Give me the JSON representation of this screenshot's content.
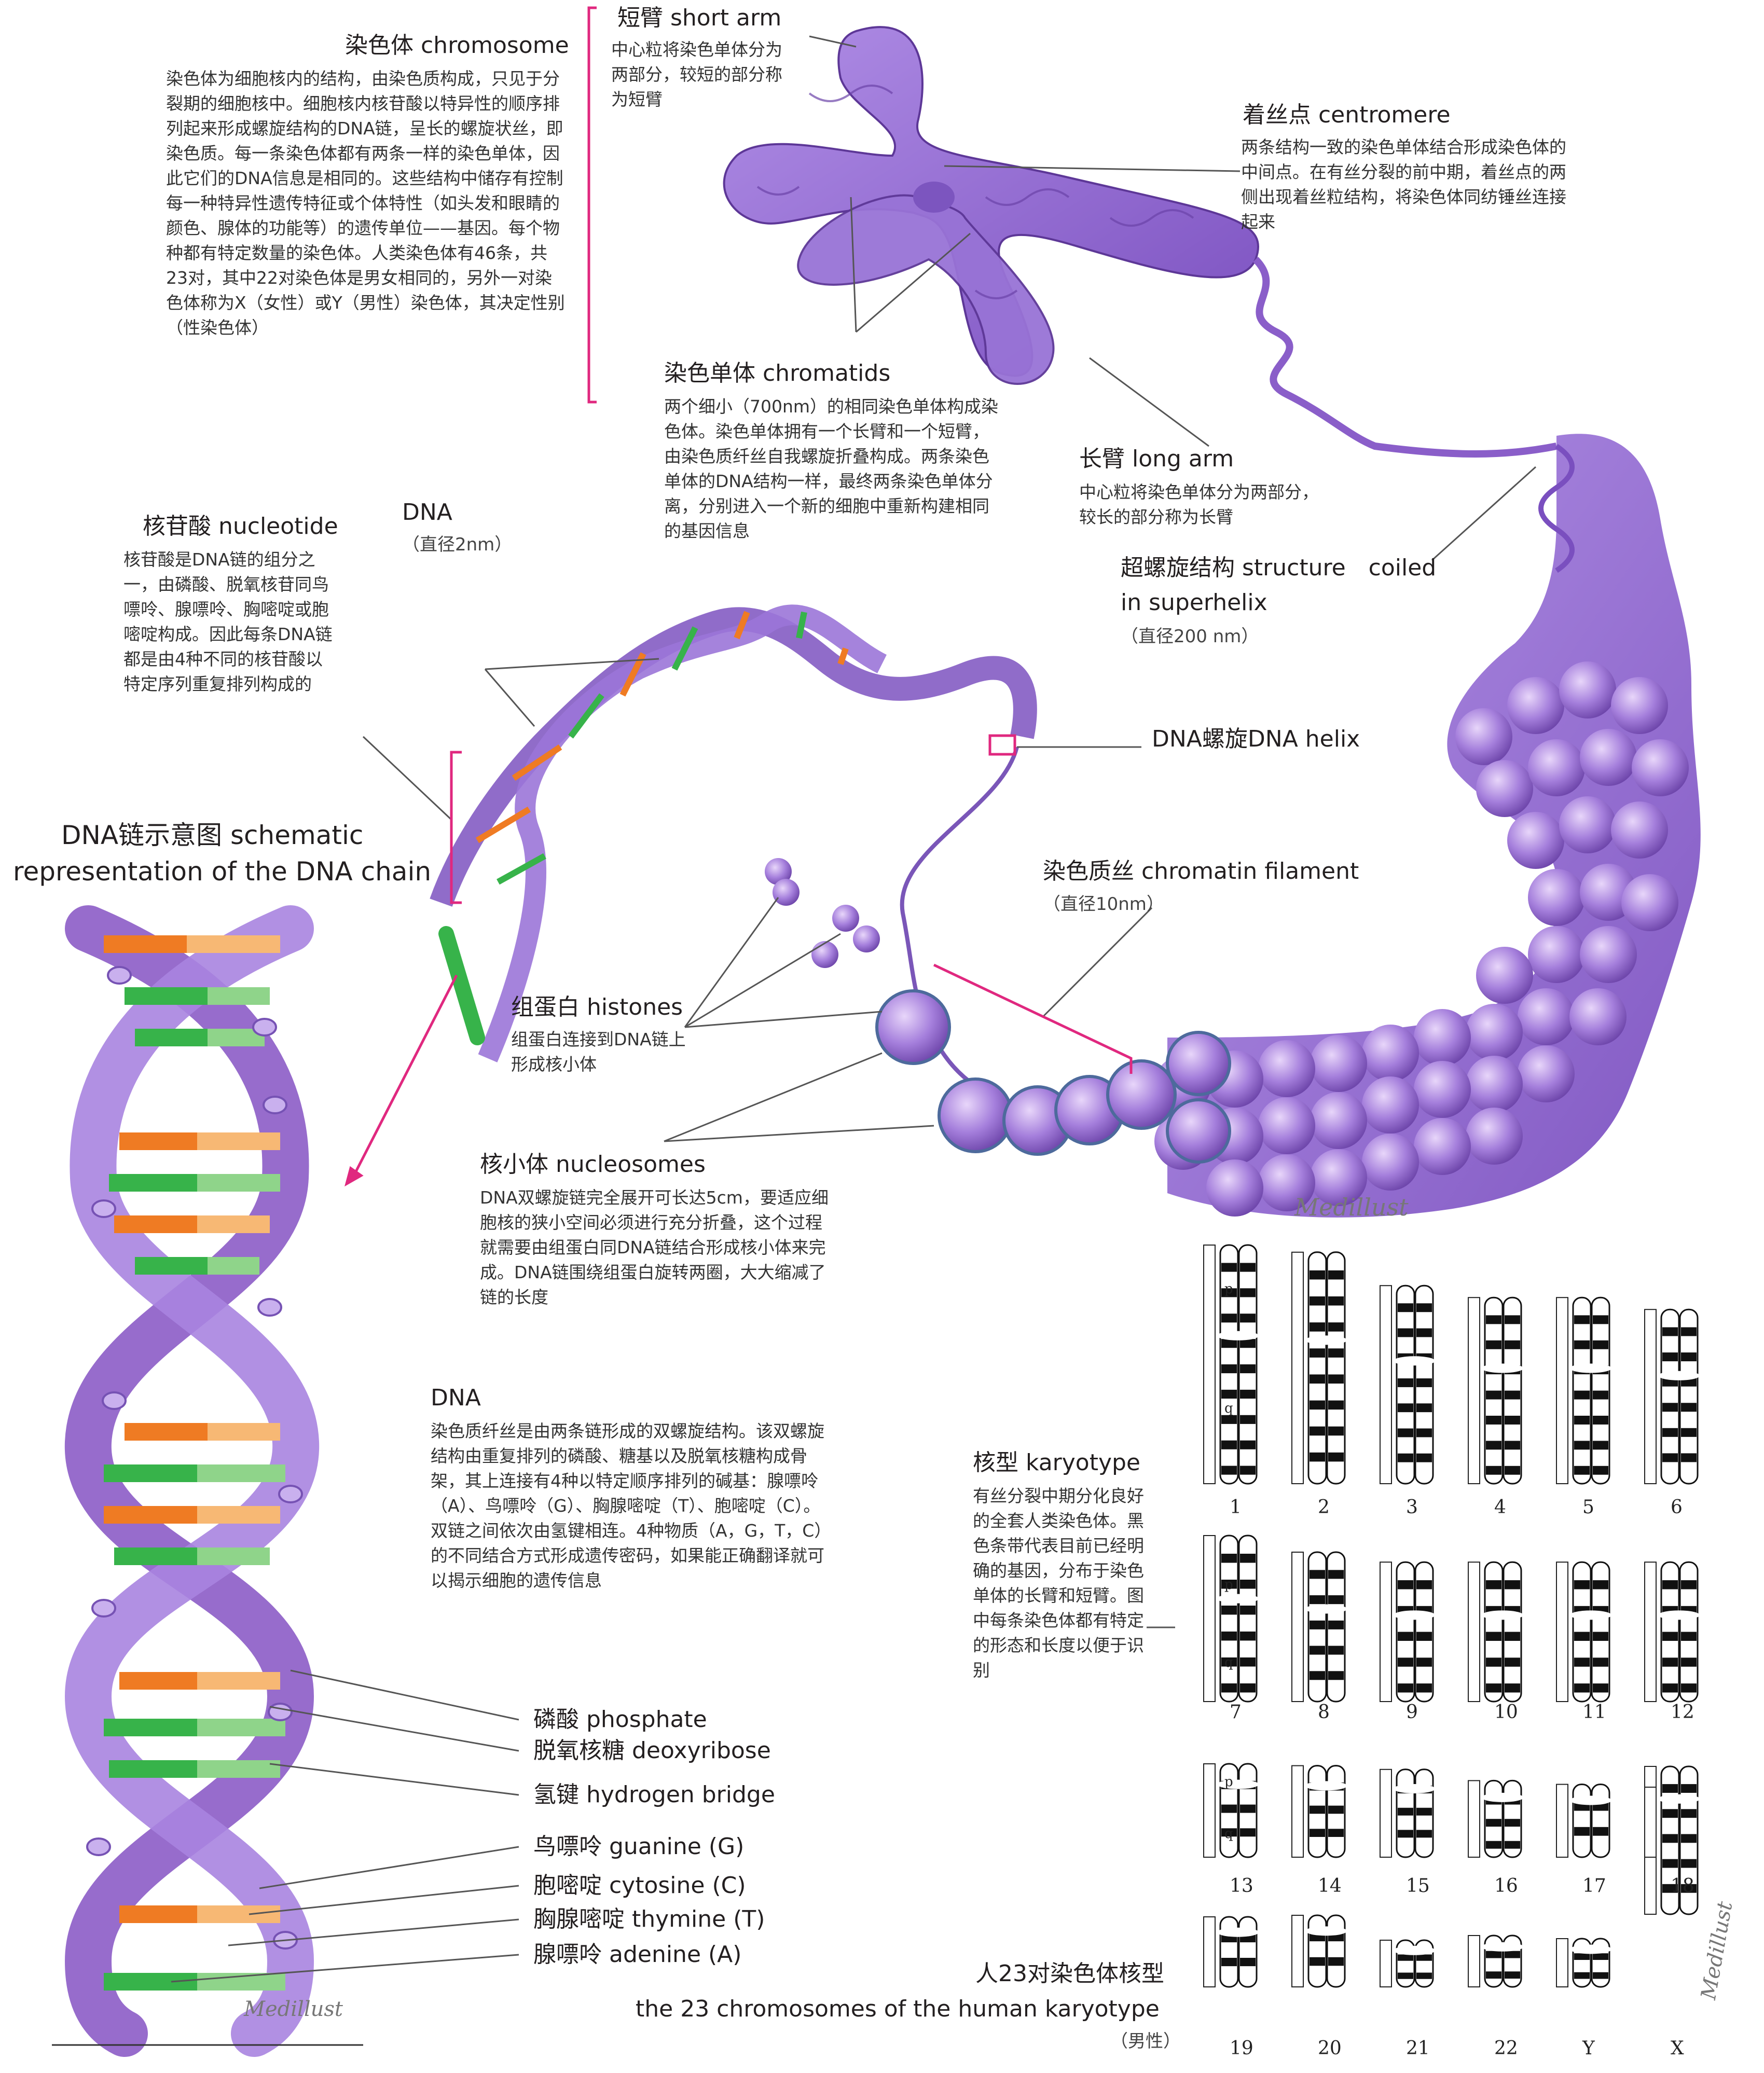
{
  "chromosome": {
    "title": "染色体 chromosome",
    "desc": "染色体为细胞核内的结构，由染色质构成，只见于分裂期的细胞核中。细胞核内核苷酸以特异性的顺序排列起来形成螺旋结构的DNA链，呈长的螺旋状丝，即染色质。每一条染色体都有两条一样的染色单体，因此它们的DNA信息是相同的。这些结构中储存有控制每一种特异性遗传特征或个体特性（如头发和眼睛的颜色、腺体的功能等）的遗传单位——基因。每个物种都有特定数量的染色体。人类染色体有46条，共23对，其中22对染色体是男女相同的，另外一对染色体称为X（女性）或Y（男性）染色体，其决定性别（性染色体）"
  },
  "short_arm": {
    "title": "短臂 short arm",
    "desc": "中心粒将染色单体分为两部分，较短的部分称为短臂"
  },
  "centromere": {
    "title": "着丝点 centromere",
    "desc": "两条结构一致的染色单体结合形成染色体的中间点。在有丝分裂的前中期，着丝点的两侧出现着丝粒结构，将染色体同纺锤丝连接起来"
  },
  "chromatids": {
    "title": "染色单体 chromatids",
    "desc": "两个细小（700nm）的相同染色单体构成染色体。染色单体拥有一个长臂和一个短臂，由染色质纤丝自我螺旋折叠构成。两条染色单体的DNA结构一样，最终两条染色单体分离，分别进入一个新的细胞中重新构建相同的基因信息"
  },
  "long_arm": {
    "title": "长臂 long arm",
    "desc": "中心粒将染色单体分为两部分，较长的部分称为长臂"
  },
  "superhelix": {
    "title_line1": "超螺旋结构 structure　coiled",
    "title_line2": "in superhelix",
    "size": "（直径200 nm）"
  },
  "nucleotide": {
    "title": "核苷酸 nucleotide",
    "desc": "核苷酸是DNA链的组分之一，由磷酸、脱氧核苷同鸟嘌呤、腺嘌呤、胸嘧啶或胞嘧啶构成。因此每条DNA链都是由4种不同的核苷酸以特定序列重复排列构成的"
  },
  "dna_top": {
    "title": "DNA",
    "size": "（直径2nm）"
  },
  "dna_helix": {
    "title": "DNA螺旋DNA helix"
  },
  "schematic": {
    "line1": "DNA链示意图 schematic",
    "line2": "representation of the DNA chain"
  },
  "chromatin": {
    "title": "染色质丝 chromatin filament",
    "size": "（直径10nm）"
  },
  "histones": {
    "title": "组蛋白 histones",
    "desc": "组蛋白连接到DNA链上形成核小体"
  },
  "nucleosomes": {
    "title": "核小体 nucleosomes",
    "desc": "DNA双螺旋链完全展开可长达5cm，要适应细胞核的狭小空间必须进行充分折叠，这个过程就需要由组蛋白同DNA链结合形成核小体来完成。DNA链围绕组蛋白旋转两圈，大大缩减了链的长度"
  },
  "dna_main": {
    "title": "DNA",
    "desc": "染色质纤丝是由两条链形成的双螺旋结构。该双螺旋结构由重复排列的磷酸、糖基以及脱氧核糖构成骨架，其上连接有4种以特定顺序排列的碱基：腺嘌呤（A）、鸟嘌呤（G）、胸腺嘧啶（T）、胞嘧啶（C）。双链之间依次由氢键相连。4种物质（A，G，T，C）的不同结合方式形成遗传密码，如果能正确翻译就可以揭示细胞的遗传信息"
  },
  "parts": {
    "phosphate": "磷酸 phosphate",
    "deoxyribose": "脱氧核糖 deoxyribose",
    "hydrogen": "氢键 hydrogen bridge",
    "guanine": "鸟嘌呤 guanine (G)",
    "cytosine": "胞嘧啶 cytosine (C)",
    "thymine": "胸腺嘧啶 thymine (T)",
    "adenine": "腺嘌呤 adenine (A)"
  },
  "karyotype": {
    "title": "核型 karyotype",
    "desc": "有丝分裂中期分化良好的全套人类染色体。黑色条带代表目前已经明确的基因，分布于染色单体的长臂和短臂。图中每条染色体都有特定的形态和长度以便于识别"
  },
  "karyotype_caption": {
    "line1": "人23对染色体核型",
    "line2": "the 23 chromosomes of the human karyotype",
    "line3": "（男性）"
  },
  "karyotype_numbers": [
    "1",
    "2",
    "3",
    "4",
    "5",
    "6",
    "7",
    "8",
    "9",
    "10",
    "11",
    "12",
    "13",
    "14",
    "15",
    "16",
    "17",
    "18",
    "19",
    "20",
    "21",
    "22",
    "Y",
    "X"
  ],
  "arm_markers": {
    "p": "p",
    "q": "q"
  },
  "watermark": "Medillust",
  "colors": {
    "purple": "#8c5cc7",
    "purple_dark": "#6a3fa8",
    "purple_light": "#c9a9ec",
    "magenta": "#e0287f",
    "orange": "#ef7b23",
    "green": "#37b34a"
  }
}
